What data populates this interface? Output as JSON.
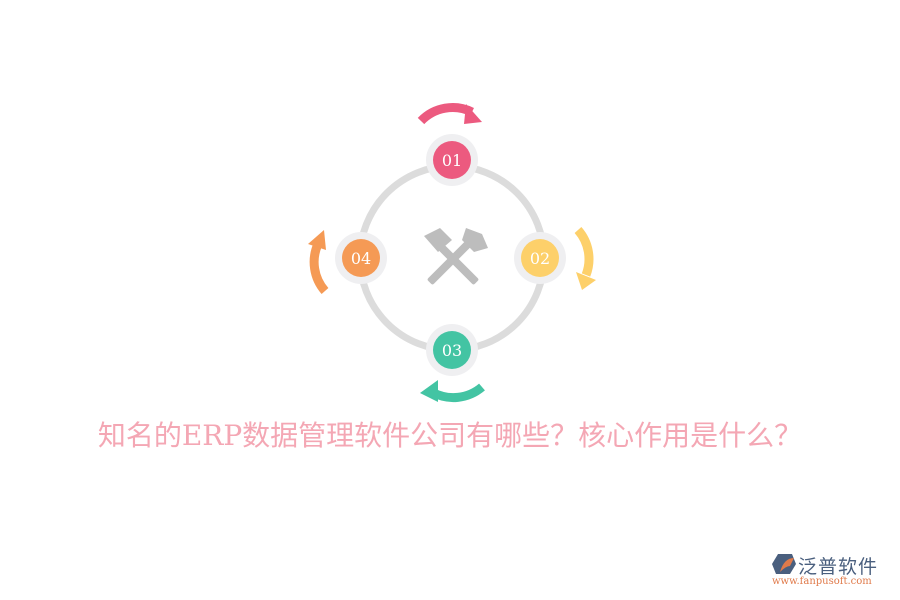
{
  "diagram": {
    "center_icon": "crossed-hammers-icon",
    "ring_color": "#dcdcdc",
    "nodes": [
      {
        "label": "01",
        "color": "#ec5a7f",
        "arrow": "clockwise-arrow-top"
      },
      {
        "label": "02",
        "color": "#fdd06a",
        "arrow": "clockwise-arrow-right"
      },
      {
        "label": "03",
        "color": "#43c4a3",
        "arrow": "clockwise-arrow-bottom"
      },
      {
        "label": "04",
        "color": "#f59a55",
        "arrow": "clockwise-arrow-left"
      }
    ]
  },
  "title": "知名的ERP数据管理软件公司有哪些？核心作用是什么？",
  "logo": {
    "brand": "泛普软件",
    "url": "www.fanpusoft.com"
  }
}
